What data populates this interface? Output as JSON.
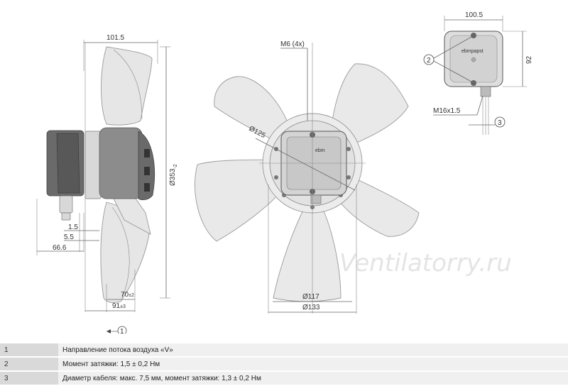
{
  "side_view": {
    "width_label": "101.5",
    "diameter_label": "Ø353",
    "diameter_tolerance": "-2",
    "dim_1_5": "1.5",
    "dim_5_5": "5.5",
    "dim_66_6": "66.6",
    "dim_70": "70",
    "dim_70_tol": "±2",
    "dim_91": "91",
    "dim_91_tol": "±3"
  },
  "front_view": {
    "bolt_label": "M6 (4x)",
    "dia_125": "Ø125",
    "dia_117": "Ø117",
    "dia_133": "Ø133",
    "brand_mark": "ebm"
  },
  "terminal_box": {
    "width_label": "100.5",
    "height_label": "92",
    "thread_label": "M16x1.5",
    "brand_mark": "ebmpapst"
  },
  "callouts": {
    "c1": "1",
    "c2": "2",
    "c3": "3"
  },
  "watermark": "Ventilatorry.ru",
  "legend": [
    {
      "num": "1",
      "text": "Направление потока воздуха «V»"
    },
    {
      "num": "2",
      "text": "Момент затяжки: 1,5 ± 0,2 Нм"
    },
    {
      "num": "3",
      "text": "Диаметр кабеля: макс. 7,5 мм, момент затяжки: 1,3 ± 0,2 Нм"
    }
  ]
}
